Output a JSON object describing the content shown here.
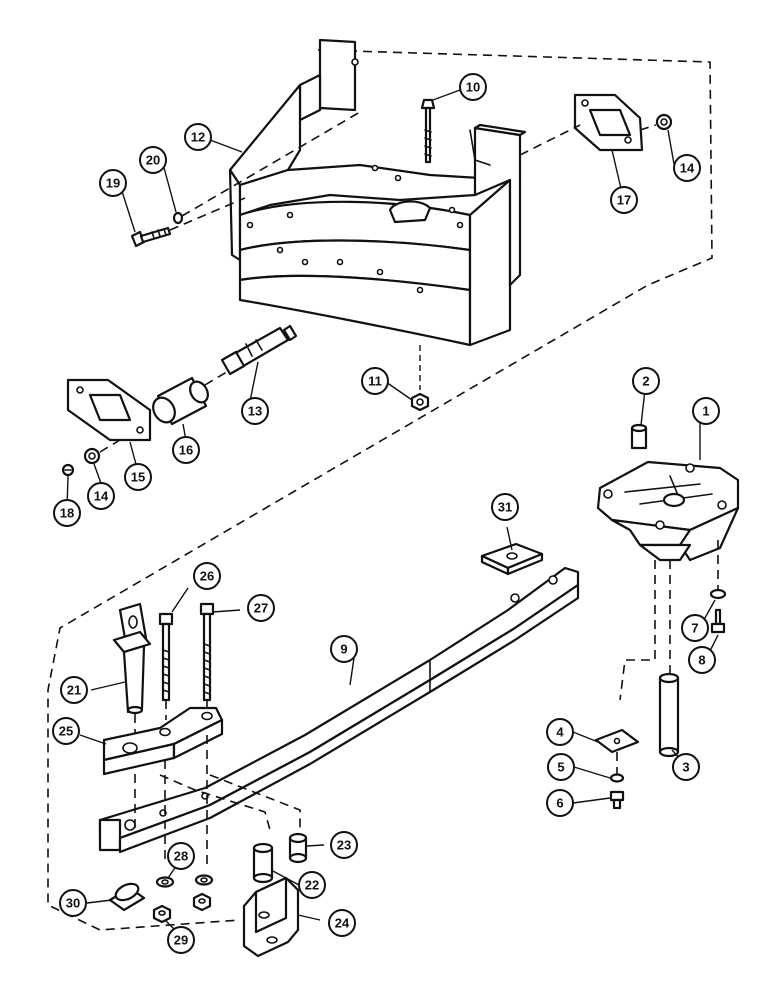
{
  "callouts": [
    {
      "label": "1"
    },
    {
      "label": "2"
    },
    {
      "label": "3"
    },
    {
      "label": "4"
    },
    {
      "label": "5"
    },
    {
      "label": "6"
    },
    {
      "label": "7"
    },
    {
      "label": "8"
    },
    {
      "label": "9"
    },
    {
      "label": "10"
    },
    {
      "label": "11"
    },
    {
      "label": "12"
    },
    {
      "label": "13"
    },
    {
      "label": "14"
    },
    {
      "label": "14"
    },
    {
      "label": "15"
    },
    {
      "label": "16"
    },
    {
      "label": "17"
    },
    {
      "label": "18"
    },
    {
      "label": "19"
    },
    {
      "label": "20"
    },
    {
      "label": "21"
    },
    {
      "label": "22"
    },
    {
      "label": "23"
    },
    {
      "label": "24"
    },
    {
      "label": "25"
    },
    {
      "label": "26"
    },
    {
      "label": "27"
    },
    {
      "label": "28"
    },
    {
      "label": "29"
    },
    {
      "label": "30"
    },
    {
      "label": "31"
    }
  ]
}
